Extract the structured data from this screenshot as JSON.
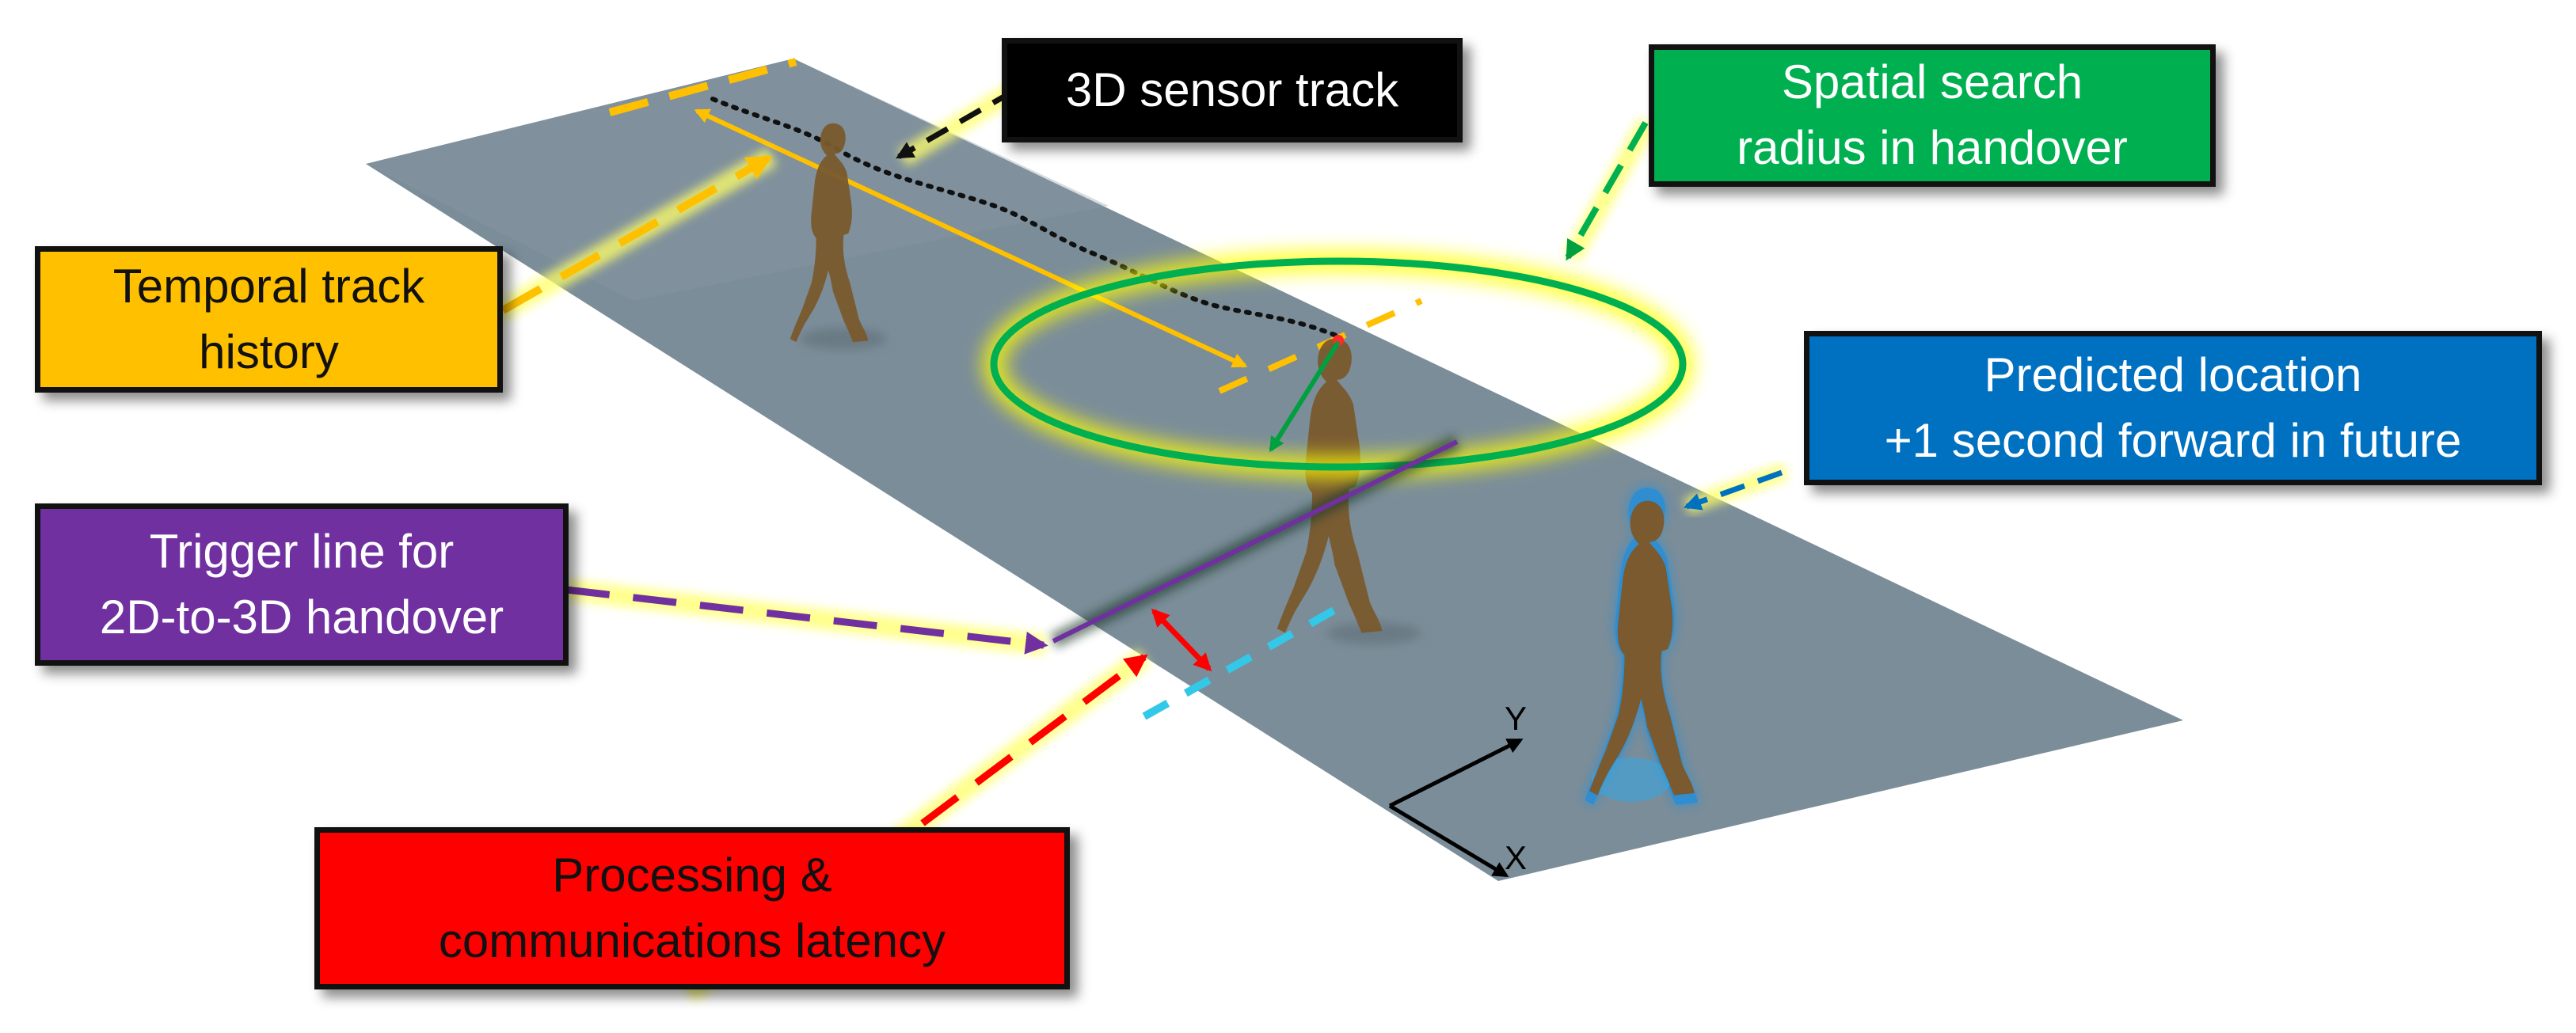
{
  "labels": {
    "sensor_track": "3D sensor track",
    "spatial_search": [
      "Spatial search",
      "radius in handover"
    ],
    "temporal_history": [
      "Temporal track",
      "history"
    ],
    "predicted_location": [
      "Predicted location",
      "+1 second forward in future"
    ],
    "trigger_line": [
      "Trigger line for",
      "2D-to-3D handover"
    ],
    "latency": [
      "Processing &",
      "communications latency"
    ]
  },
  "axes": {
    "y": "Y",
    "x": "X"
  },
  "colors": {
    "ground_plane": "#7b8d99",
    "temporal_history": "#ffc000",
    "sensor_track": "#000000",
    "spatial_search": "#00b050",
    "predicted_location": "#0070c0",
    "trigger_line": "#7030a0",
    "latency": "#ff0000",
    "person": "#7a5a2e"
  }
}
